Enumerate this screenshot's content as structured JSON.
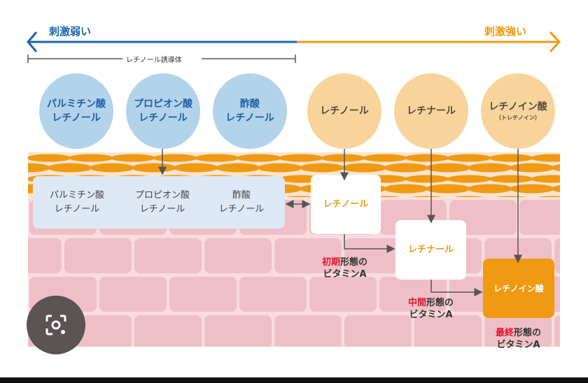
{
  "scale": {
    "weak": "刺激弱い",
    "strong": "刺激強い",
    "bracket": "レチノール誘導体"
  },
  "circles": [
    {
      "l1": "パルミチン酸",
      "l2": "レチノール"
    },
    {
      "l1": "プロピオン酸",
      "l2": "レチノール"
    },
    {
      "l1": "酢酸",
      "l2": "レチノール"
    },
    {
      "l1": "レチノール"
    },
    {
      "l1": "レチナール"
    },
    {
      "l1": "レチノイン酸",
      "l2": "（トレチノイン）"
    }
  ],
  "skin_box": [
    {
      "l1": "パルミチン酸",
      "l2": "レチノール"
    },
    {
      "l1": "プロピオン酸",
      "l2": "レチノール"
    },
    {
      "l1": "酢酸",
      "l2": "レチノール"
    }
  ],
  "forms": {
    "retinol": "レチノール",
    "retinal": "レチナール",
    "retinoic": "レチノイン酸",
    "early": {
      "red": "初期",
      "rest": "形態の",
      "l2": "ビタミンA"
    },
    "middle": {
      "red": "中間",
      "rest": "形態の",
      "l2": "ビタミンA"
    },
    "final": {
      "red": "最終",
      "rest": "形態の",
      "l2": "ビタミンA"
    }
  },
  "colors": {
    "blue": "#1a64ad",
    "orange": "#ee9a13",
    "red": "#e0182c"
  }
}
